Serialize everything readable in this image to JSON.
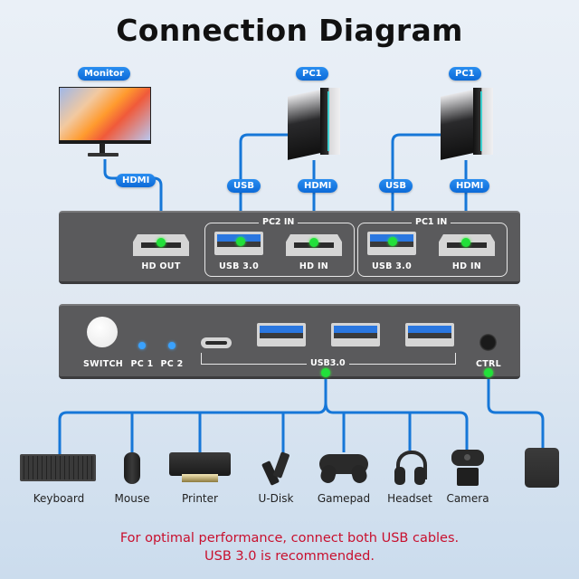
{
  "title": "Connection Diagram",
  "top_devices": {
    "monitor_label": "Monitor",
    "pc_left_label": "PC1",
    "pc_right_label": "PC1"
  },
  "cable_labels": {
    "monitor_cable": "HDMI",
    "pc2_usb": "USB",
    "pc2_hdmi": "HDMI",
    "pc1_usb": "USB",
    "pc1_hdmi": "HDMI"
  },
  "back_panel": {
    "hd_out": "HD OUT",
    "pc2_group": "PC2 IN",
    "pc2_usb": "USB 3.0",
    "pc2_hd": "HD IN",
    "pc1_group": "PC1 IN",
    "pc1_usb": "USB 3.0",
    "pc1_hd": "HD IN"
  },
  "front_panel": {
    "switch": "SWITCH",
    "led_pc1": "PC 1",
    "led_pc2": "PC 2",
    "usb_group": "USB3.0",
    "ctrl": "CTRL"
  },
  "peripherals": [
    {
      "label": "Keyboard",
      "icon": "keyboard-icon"
    },
    {
      "label": "Mouse",
      "icon": "mouse-icon"
    },
    {
      "label": "Printer",
      "icon": "printer-icon"
    },
    {
      "label": "U-Disk",
      "icon": "usb-drive-icon"
    },
    {
      "label": "Gamepad",
      "icon": "gamepad-icon"
    },
    {
      "label": "Headset",
      "icon": "headset-icon"
    },
    {
      "label": "Camera",
      "icon": "webcam-icon"
    }
  ],
  "note": {
    "line1": "For optimal performance, connect both USB cables.",
    "line2": "USB 3.0 is recommended."
  },
  "colors": {
    "cable": "#1677d8",
    "port_dot": "#22e03a",
    "led": "#3aa2ff",
    "note": "#c8102e",
    "panel": "#5a5a5c"
  }
}
